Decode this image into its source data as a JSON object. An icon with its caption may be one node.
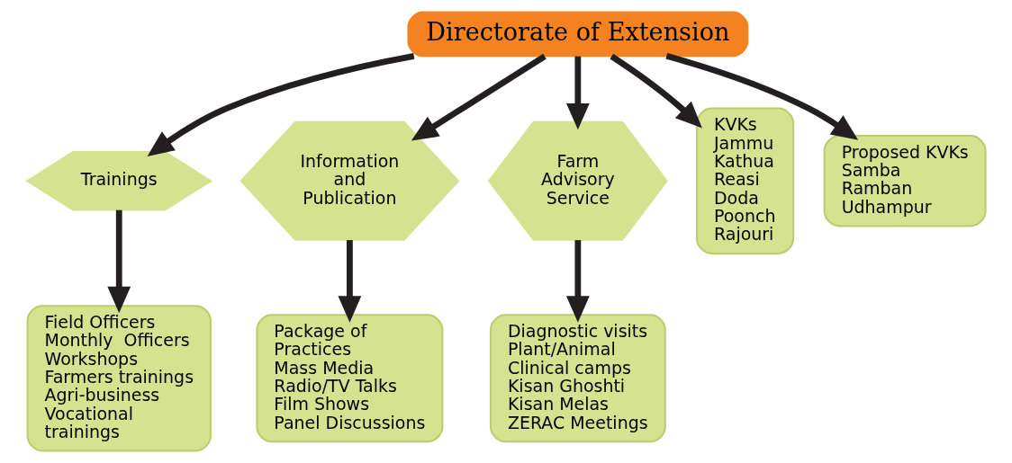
{
  "diagram": {
    "nodes": [
      {
        "text": [
          "Directorate of Extension"
        ]
      },
      {
        "text": [
          "Trainings"
        ]
      },
      {
        "text": [
          "Information and Publication"
        ]
      },
      {
        "text": [
          "Farm Advisory Service"
        ]
      },
      {
        "text": [
          "KVKs",
          "Jammu",
          "Kathua",
          "Reasi",
          "Doda",
          "Poonch",
          "Rajouri"
        ]
      },
      {
        "text": [
          "Proposed KVKs",
          "Samba",
          "Ramban",
          "Udhampur"
        ]
      },
      {
        "text": [
          "Field Officers",
          "Monthly  Officers Workshops",
          "Farmers trainings",
          "Agri-business",
          "Vocational trainings"
        ]
      },
      {
        "text": [
          "Package of Practices",
          "Mass Media",
          "Radio/TV Talks",
          "Film Shows",
          "Panel Discussions"
        ]
      },
      {
        "text": [
          "Diagnostic visits",
          "Plant/Animal Clinical camps",
          "Kisan Ghoshti",
          "Kisan Melas",
          "ZERAC Meetings"
        ]
      }
    ],
    "edges": [
      {
        "from": 0,
        "to": 1,
        "arrow": "to"
      },
      {
        "from": 0,
        "to": 2,
        "arrow": "to"
      },
      {
        "from": 0,
        "to": 3,
        "arrow": "to"
      },
      {
        "from": 0,
        "to": 4,
        "arrow": "to"
      },
      {
        "from": 0,
        "to": 5,
        "arrow": "to"
      },
      {
        "from": 1,
        "to": 6,
        "arrow": "to"
      },
      {
        "from": 2,
        "to": 7,
        "arrow": "to"
      },
      {
        "from": 3,
        "to": 8,
        "arrow": "to"
      }
    ]
  }
}
